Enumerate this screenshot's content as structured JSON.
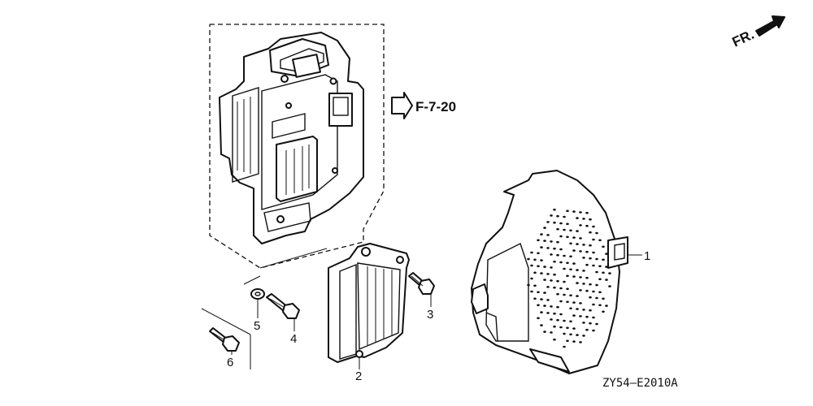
{
  "diagram": {
    "direction_label": "FR.",
    "reference_label": "F-7-20",
    "drawing_code": "ZY54—E2010A",
    "callouts": [
      "1",
      "2",
      "3",
      "4",
      "5",
      "6"
    ]
  }
}
